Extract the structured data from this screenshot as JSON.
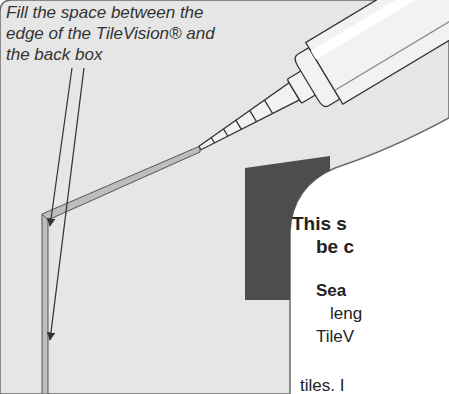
{
  "diagram": {
    "labels": [
      "Fill the space between the edge of the TileVision® and the back box",
      "This s",
      "be c",
      "Sea",
      "leng",
      "TileV",
      "tiles. I"
    ]
  }
}
